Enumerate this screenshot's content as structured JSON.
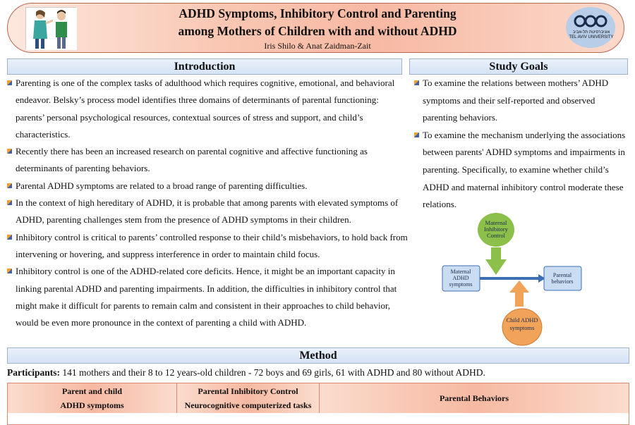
{
  "header": {
    "title_line1": "ADHD Symptoms, Inhibitory Control and Parenting",
    "title_line2": "among Mothers of Children with and without ADHD",
    "authors": "Iris Shilo & Anat Zaidman-Zait",
    "logo_text_he": "אוניברסיטת תל-אביב",
    "logo_text_en": "TEL AVIV UNIVERSITY"
  },
  "introduction": {
    "heading": "Introduction",
    "bullets": [
      "Parenting is one of the complex tasks of adulthood which requires cognitive, emotional, and behavioral endeavor. Belsky’s process model identifies three domains of determinants of parental functioning:  parents’ personal psychological resources, contextual sources of stress and support, and child’s characteristics.",
      "Recently there has been an increased research on parental cognitive and affective functioning as determinants of parenting behaviors.",
      "Parental ADHD symptoms are related to a broad range of parenting difficulties.",
      "In the context of high hereditary of ADHD, it is probable that among parents with elevated symptoms of ADHD, parenting challenges stem from the presence of ADHD symptoms in their children.",
      "Inhibitory control is critical to parents’ controlled response to their child’s misbehaviors, to hold back from intervening or hovering, and suppress interference in order to maintain child focus.",
      "Inhibitory control is one of the ADHD-related core deficits. Hence, it might be an important capacity in linking parental ADHD and parenting impairments. In addition, the difficulties in inhibitory control that might make it difficult for parents to remain calm and consistent in their approaches to child behavior, would be even more pronounce in the context of parenting a child with ADHD."
    ]
  },
  "study_goals": {
    "heading": "Study Goals",
    "bullets": [
      "To examine the relations between mothers’ ADHD symptoms and their self-reported and observed parenting behaviors.",
      "To examine the mechanism underlying the associations between parents' ADHD symptoms and impairments in parenting. Specifically, to examine whether child’s ADHD and maternal inhibitory control moderate these relations."
    ]
  },
  "diagram": {
    "top": "Maternal Inhibitory Control",
    "left": "Maternal ADHD symptoms",
    "right": "Parental behaviors",
    "bottom": "Child ADHD symptoms",
    "colors": {
      "top": "#8cc04a",
      "bottom": "#f2a35a",
      "arrow": "#3c6fb4",
      "box": "#c9dcf2"
    }
  },
  "method": {
    "heading": "Method",
    "participants_label": "Participants:",
    "participants_text": " 141 mothers and their 8 to 12 years-old children - 72 boys and 69 girls, 61 with ADHD and 80 without ADHD.",
    "columns": [
      {
        "line1": "Parent and child",
        "line2": "ADHD symptoms"
      },
      {
        "line1": "Parental Inhibitory Control",
        "line2": "Neurocognitive computerized tasks"
      },
      {
        "line1": "Parental Behaviors",
        "line2": ""
      }
    ]
  }
}
